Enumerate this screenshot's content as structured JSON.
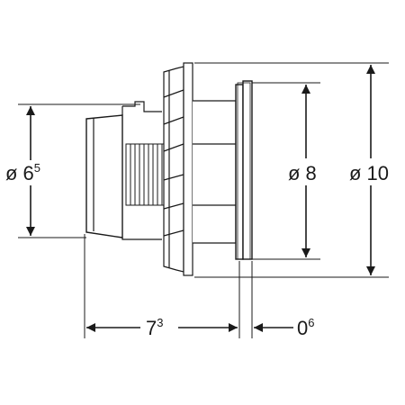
{
  "dimensions": {
    "outer_diameter": {
      "symbol": "ø",
      "value": "10"
    },
    "flange_diameter": {
      "symbol": "ø",
      "value": "8"
    },
    "button_diameter": {
      "symbol": "ø",
      "value": "6",
      "sup": "5"
    },
    "depth": {
      "value": "7",
      "sup": "3"
    },
    "offset": {
      "value": "0",
      "sup": "6"
    }
  },
  "colors": {
    "line": "#1a1a1a",
    "background": "#ffffff"
  }
}
